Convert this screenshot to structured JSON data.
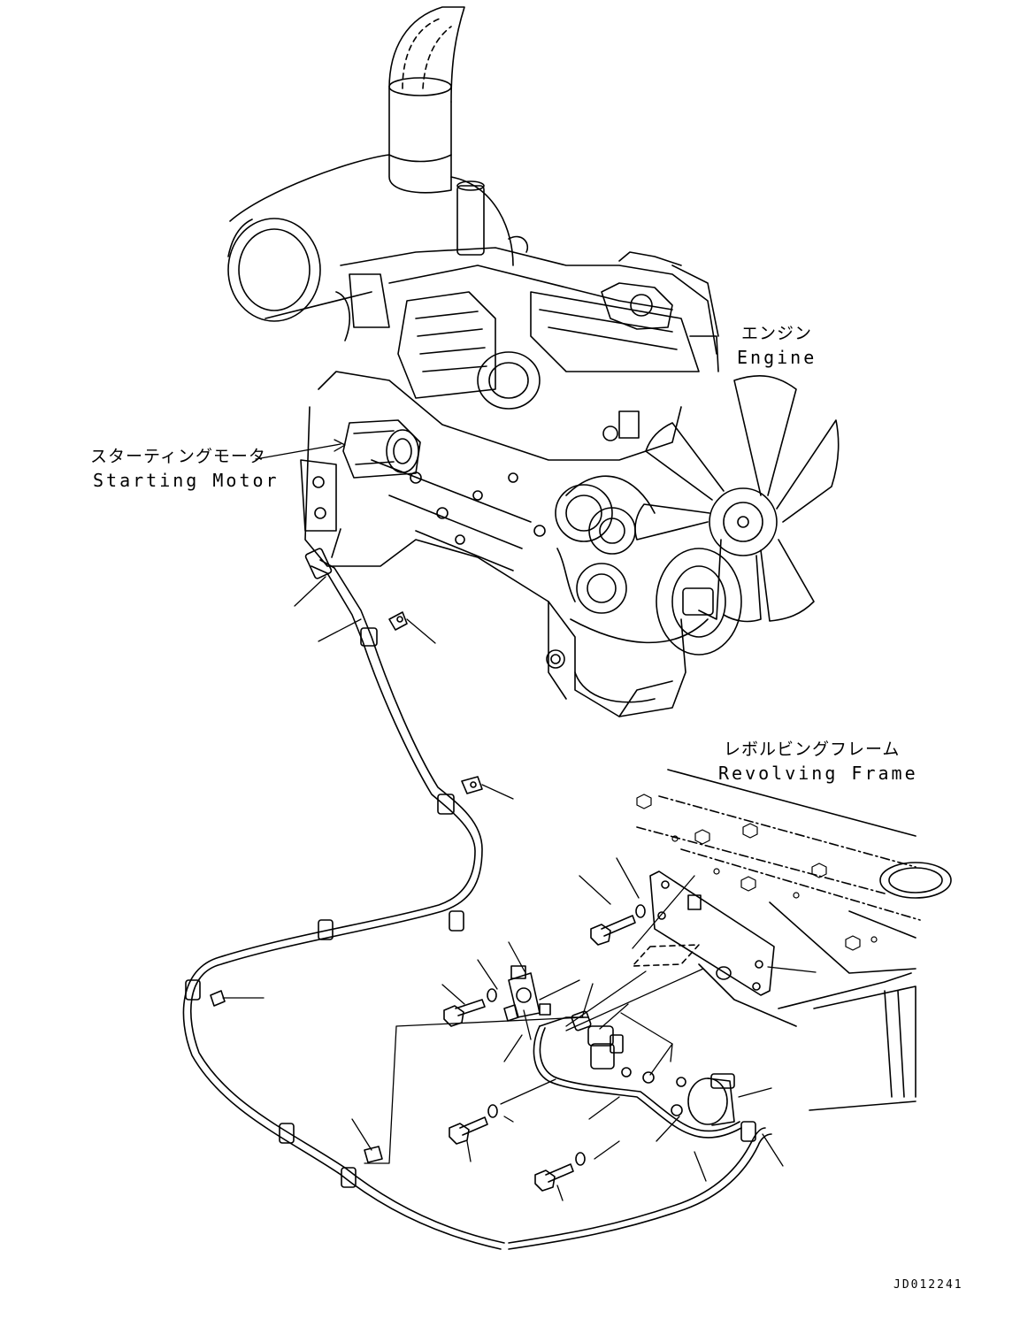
{
  "labels": {
    "engine_jp": "エンジン",
    "engine_en": "Engine",
    "starting_motor_jp": "スターティングモータ",
    "starting_motor_en": "Starting Motor",
    "revolving_frame_jp": "レボルビングフレーム",
    "revolving_frame_en": "Revolving Frame"
  },
  "drawing_ref": "JD012241",
  "colors": {
    "ink": "#000000",
    "paper": "#ffffff"
  }
}
